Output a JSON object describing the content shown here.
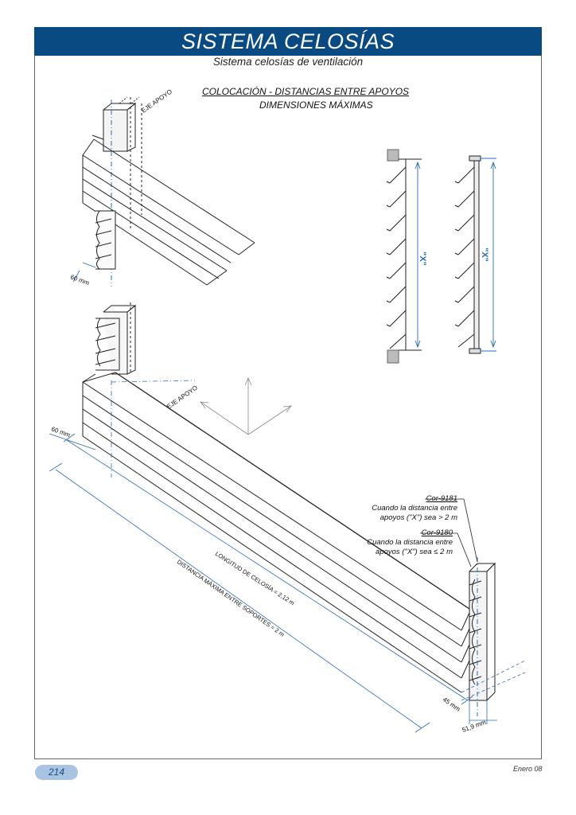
{
  "header": {
    "title": "SISTEMA CELOSÍAS",
    "subtitle": "Sistema celosías de ventilación"
  },
  "section": {
    "heading_1": "COLOCACIÓN - DISTANCIAS ENTRE APOYOS",
    "heading_2": "DIMENSIONES MÁXIMAS"
  },
  "diagram": {
    "axis_label_top": "EJE APOYO",
    "axis_label_bottom": "EJE APOYO",
    "dim_60mm_top": "60 mm",
    "dim_60mm_bottom": "60 mm",
    "length_celosia": "LONGITUD DE CELOSÍA = 2,12 m",
    "distance_supports": "DISTANCIA MÁXIMA ENTRE SOPORTES = 2 m",
    "dim_45mm": "45 mm",
    "dim_519mm": "51,9 mm",
    "x_label_left": "\"X\"",
    "x_label_right": "\"X\""
  },
  "notes": {
    "cor_9181_title": "Cor-9181",
    "cor_9181_line1": "Cuando la distancia entre",
    "cor_9181_line2": "apoyos (\"X\") sea > 2 m",
    "cor_9180_title": "Cor-9180",
    "cor_9180_line1": "Cuando la distancia entre",
    "cor_9180_line2": "apoyos (\"X\") sea ≤ 2 m"
  },
  "footer": {
    "page_number": "214",
    "date": "Enero 08"
  },
  "colors": {
    "header_bg": "#0a4a82",
    "dimension_blue": "#2a6db5",
    "page_pill": "#a9c4e2"
  }
}
